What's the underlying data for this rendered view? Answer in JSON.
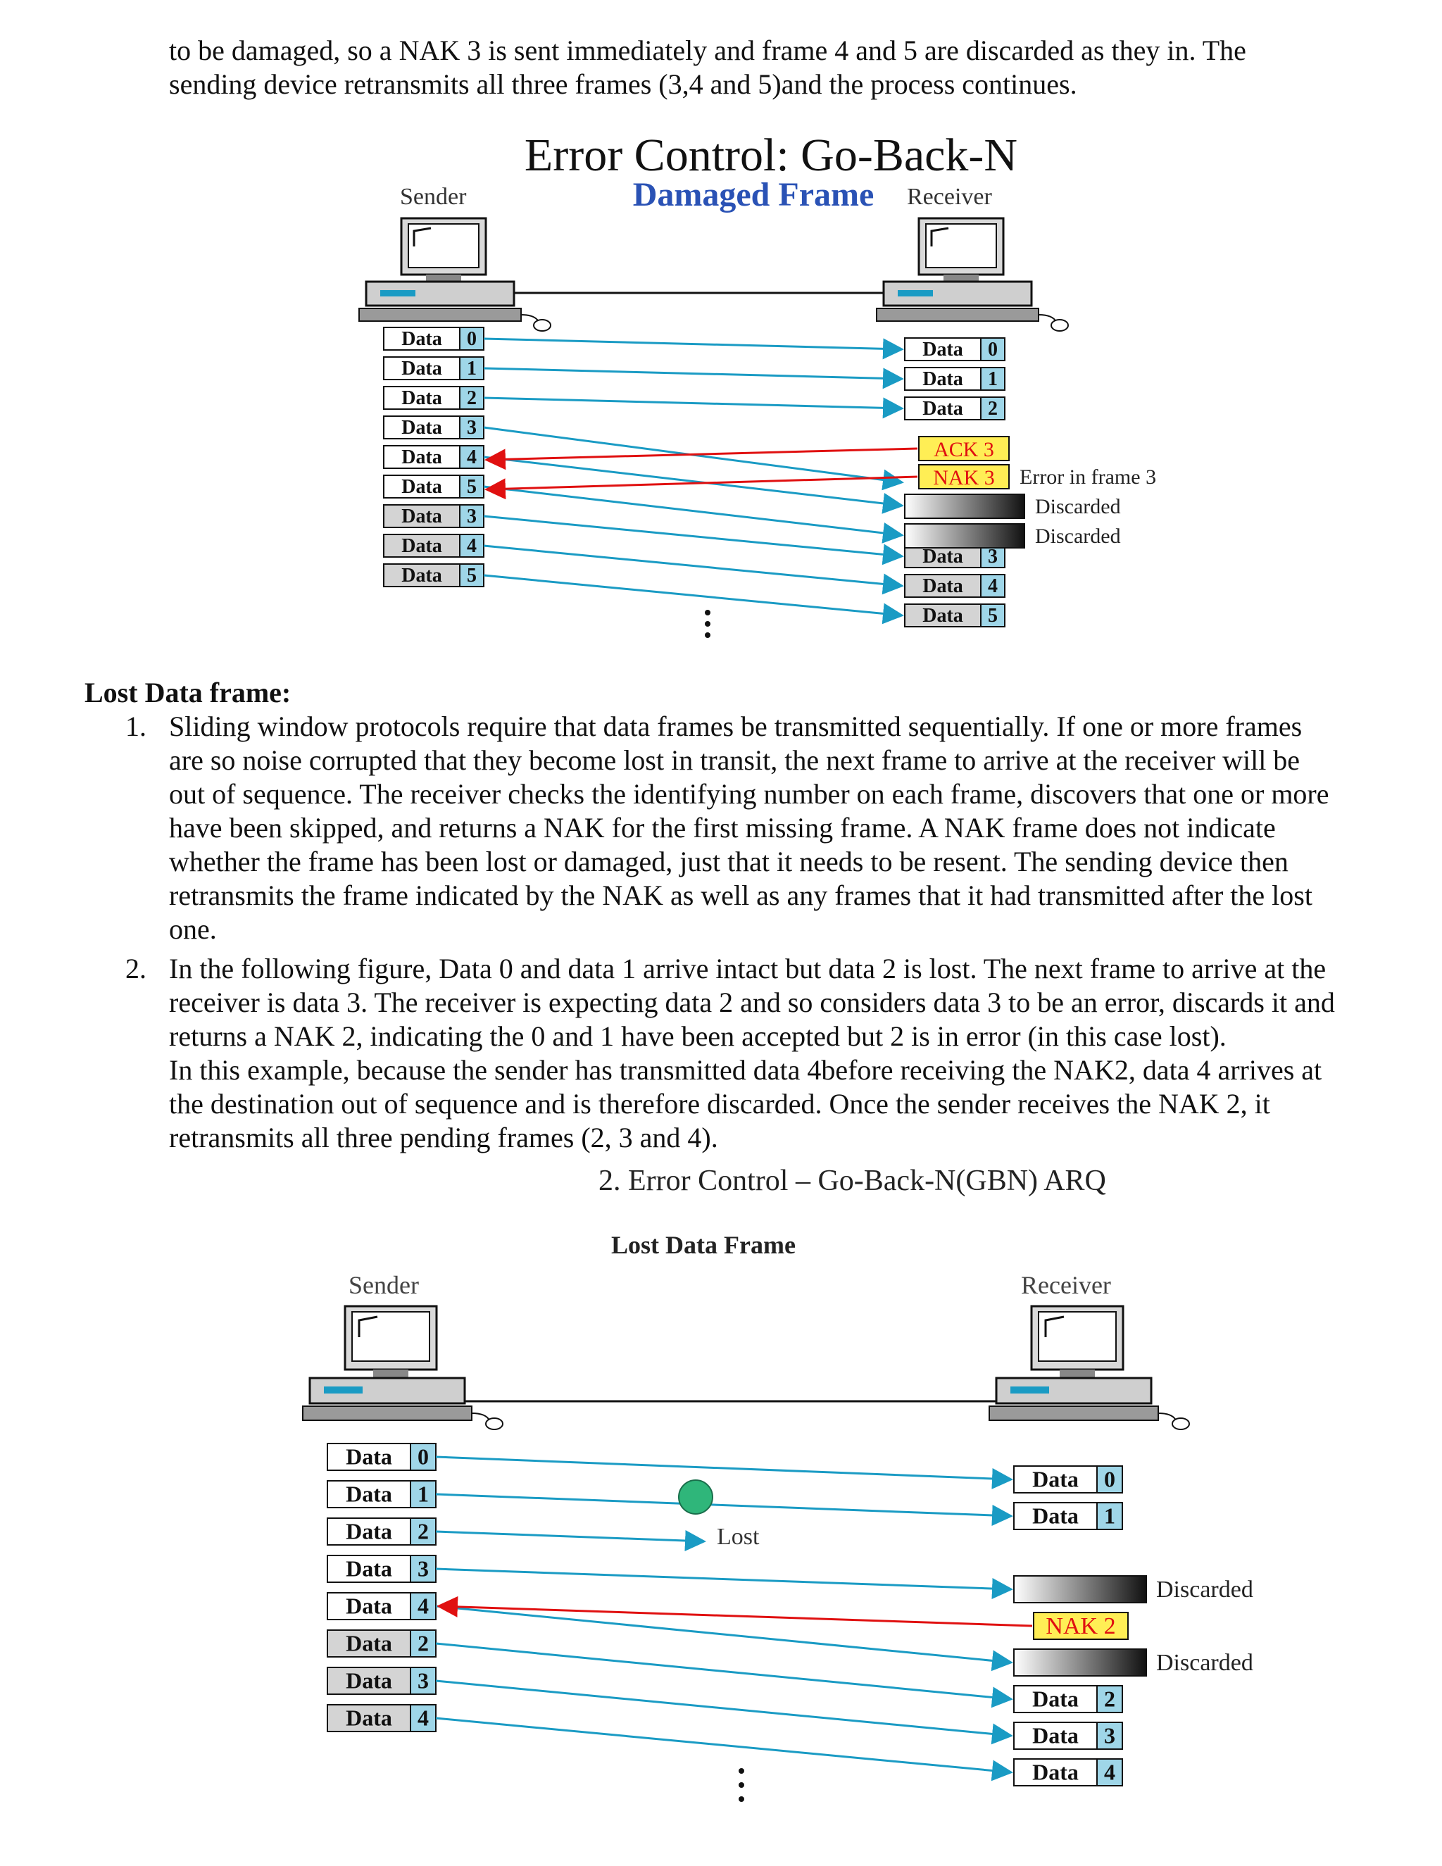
{
  "intro": {
    "line1": "to be damaged, so a NAK 3 is sent immediately and frame 4 and 5 are discarded as they in. The",
    "line2": "sending device retransmits all three frames (3,4 and 5)and the process continues."
  },
  "figure1": {
    "title": "Error Control: Go-Back-N",
    "subtitle": "Damaged Frame",
    "sender": "Sender",
    "receiver": "Receiver",
    "frame_word": "Data",
    "sender_frames": [
      "0",
      "1",
      "2",
      "3",
      "4",
      "5",
      "3",
      "4",
      "5"
    ],
    "receiver_frames": [
      "0",
      "1",
      "2"
    ],
    "ack": "ACK 3",
    "nak": "NAK 3",
    "error_note": "Error in frame 3",
    "discarded": "Discarded",
    "retransmitted": [
      "3",
      "4",
      "5"
    ]
  },
  "section": {
    "heading": "Lost Data frame:",
    "items": [
      {
        "num": "1.",
        "lines": [
          "Sliding window protocols require that data frames be transmitted sequentially. If one or more frames",
          "are so noise corrupted that they become lost in transit, the next frame to arrive at the receiver will be",
          "out of sequence. The receiver checks the identifying number on each frame, discovers that one or more",
          "have been skipped, and returns a NAK for the first missing frame. A NAK frame does not indicate",
          "whether the frame has been lost or damaged, just that it needs to be resent. The sending device then",
          "retransmits the frame indicated by the NAK as well as any frames that it had transmitted after the lost",
          "one."
        ]
      },
      {
        "num": "2.",
        "lines": [
          "In the following figure, Data 0 and data 1 arrive intact but data 2 is lost. The next frame to arrive at the",
          "receiver is data 3. The receiver is expecting data 2 and so considers data 3 to be an error, discards it and",
          "returns a NAK 2, indicating the 0 and 1 have been accepted but 2 is in error (in this case lost).",
          "In this example, because the sender has transmitted data 4before receiving the NAK2, data 4 arrives at",
          "the destination out of sequence and is therefore discarded. Once the sender receives the NAK 2, it",
          "retransmits all three pending frames (2, 3 and 4)."
        ]
      }
    ]
  },
  "figure2": {
    "title": "2. Error Control – Go-Back-N(GBN) ARQ",
    "subtitle": "Lost Data Frame",
    "sender": "Sender",
    "receiver": "Receiver",
    "frame_word": "Data",
    "sender_frames": [
      "0",
      "1",
      "2",
      "3",
      "4",
      "2",
      "3",
      "4"
    ],
    "receiver_frames": [
      "0",
      "1"
    ],
    "lost": "Lost",
    "nak": "NAK 2",
    "discarded": "Discarded",
    "retransmitted": [
      "2",
      "3",
      "4"
    ]
  },
  "colors": {
    "line": "#1a9bc4",
    "nak": "#e01010",
    "ack_bg": "#ffee55",
    "subtitle": "#2a52b5"
  }
}
